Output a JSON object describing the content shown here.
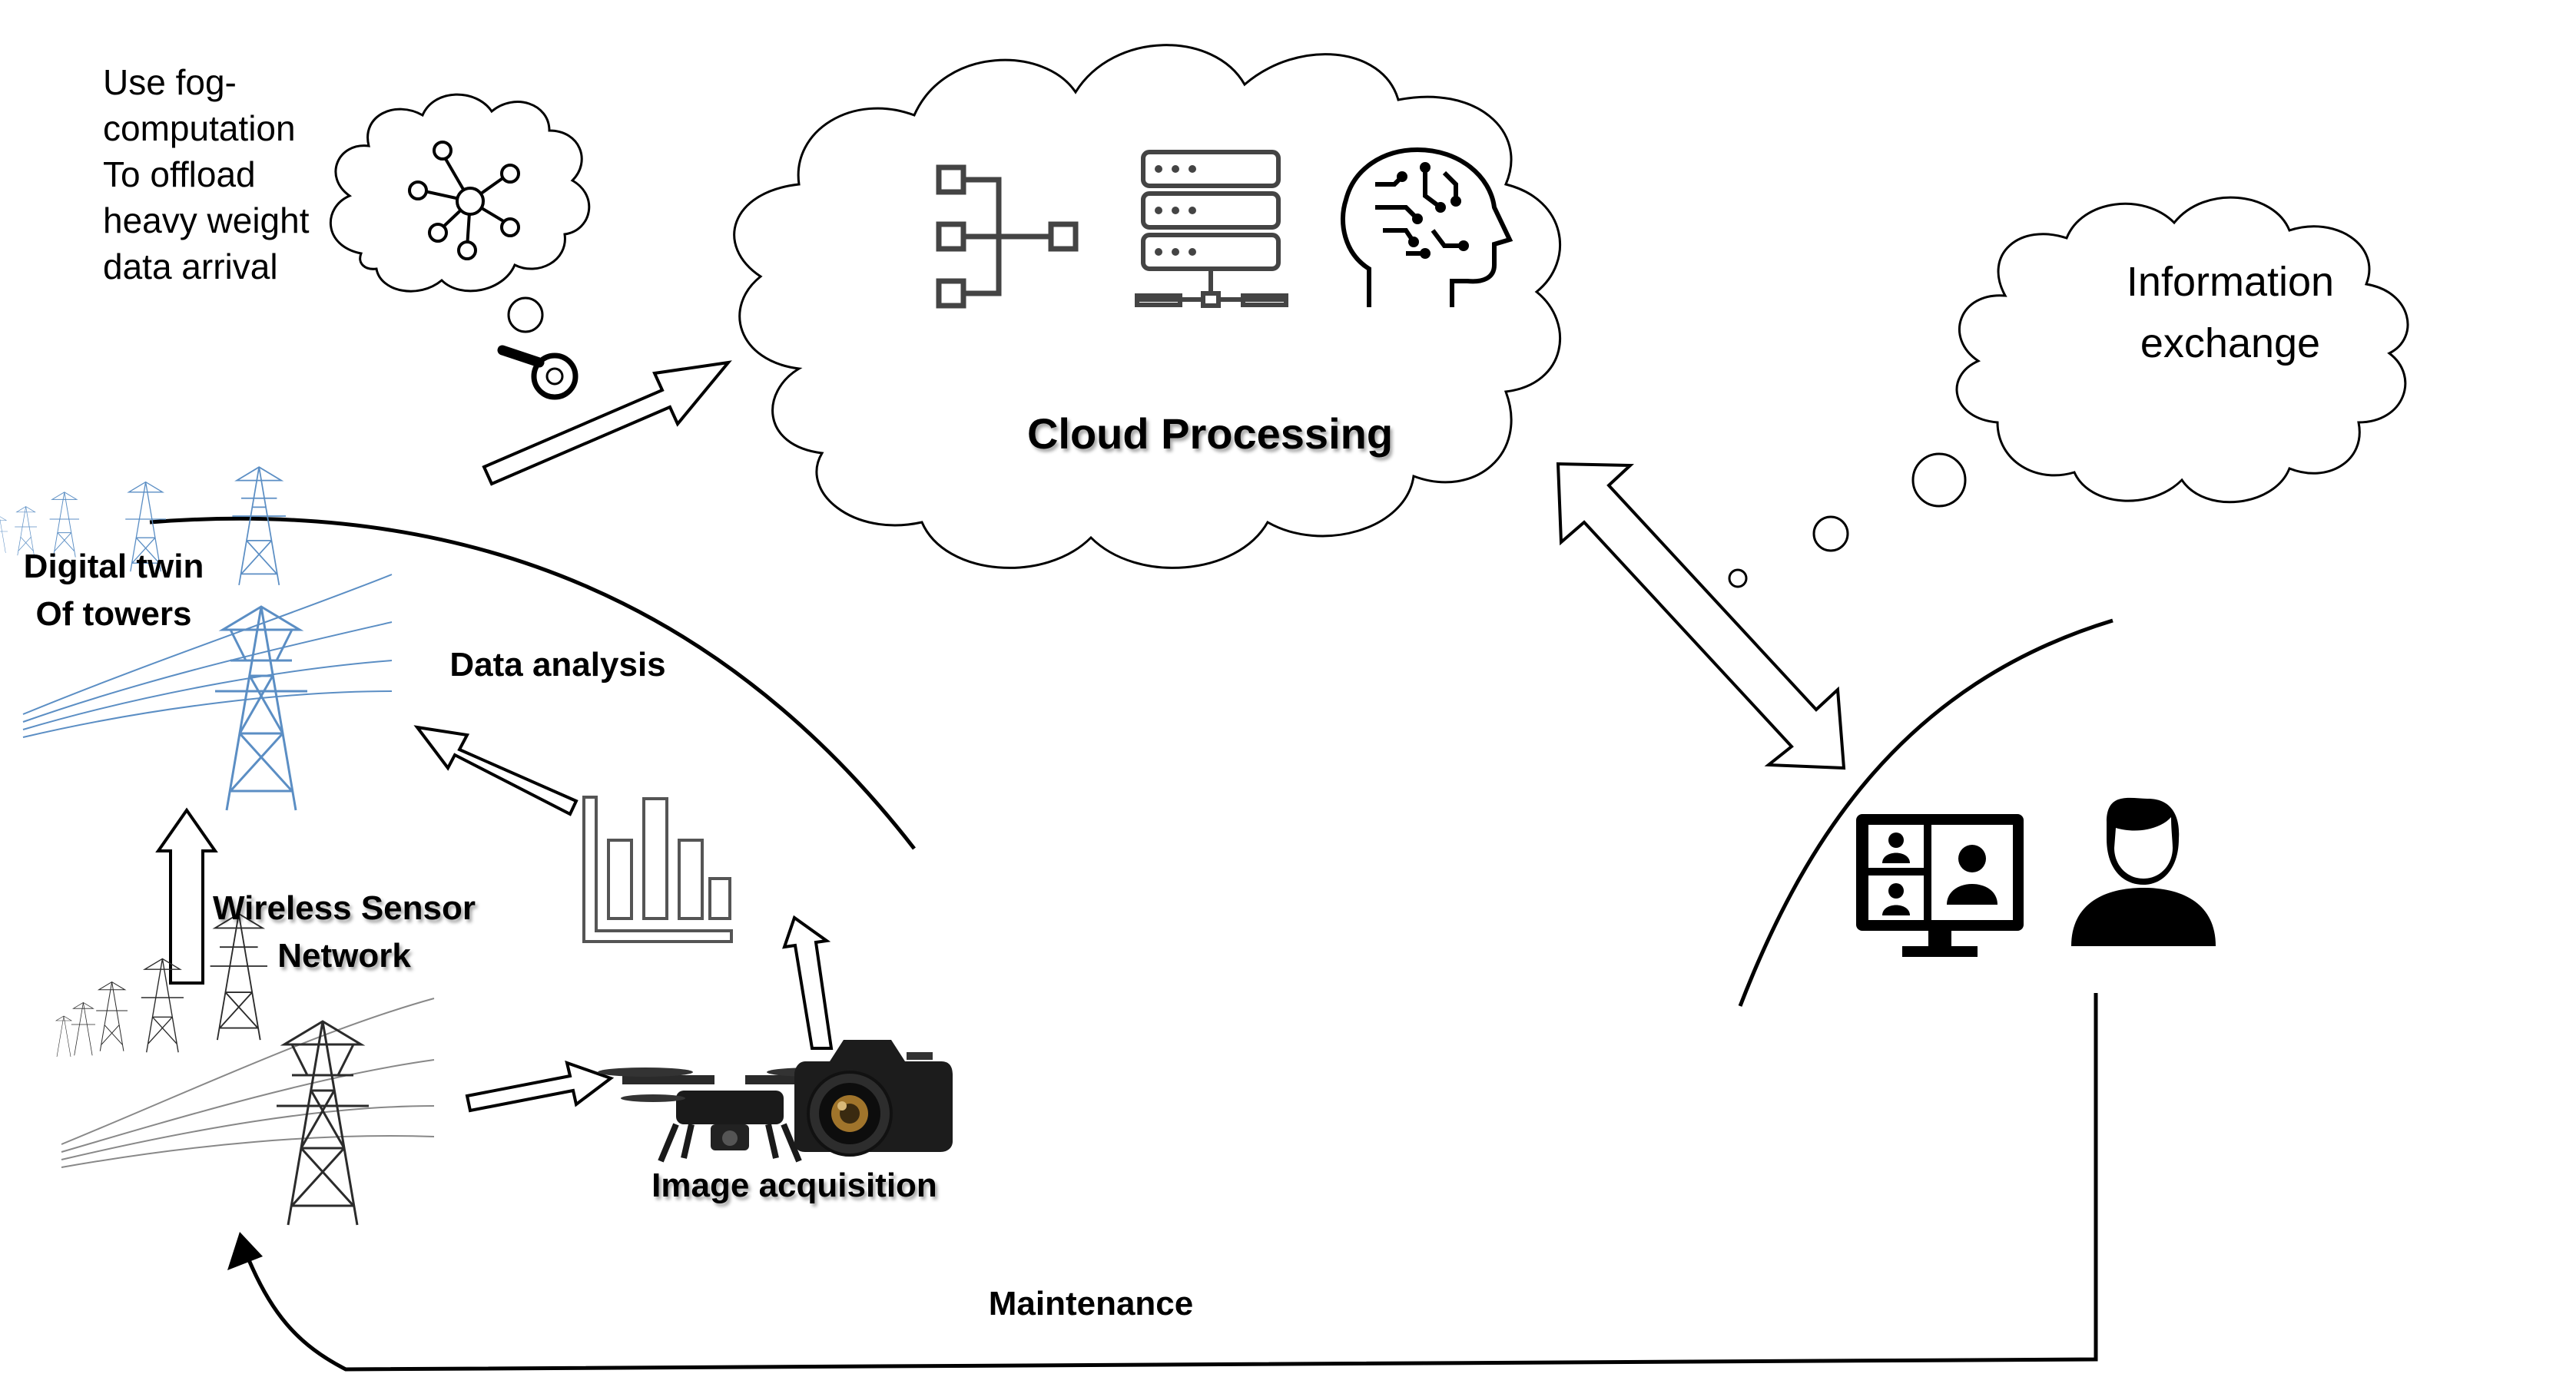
{
  "labels": {
    "fog_note": [
      "Use fog-",
      "computation",
      "To offload",
      "heavy weight",
      "data arrival"
    ],
    "cloud_processing": "Cloud Processing",
    "information_exchange": [
      "Information",
      "exchange"
    ],
    "digital_twin": [
      "Digital twin",
      "Of towers"
    ],
    "data_analysis": "Data analysis",
    "wireless_sensor_network": [
      "Wireless Sensor",
      "Network"
    ],
    "image_acquisition": "Image acquisition",
    "maintenance": "Maintenance"
  },
  "colors": {
    "line": "#000000",
    "tower_digital": "#5b8ec4",
    "tower_physical": "#2b2b2b",
    "cloud_fill": "#ffffff"
  },
  "icons": [
    "hierarchy-icon",
    "server-rack-icon",
    "ai-brain-icon",
    "network-hub-icon",
    "magnifier-icon",
    "bar-chart-icon",
    "drone-icon",
    "camera-icon",
    "video-conference-icon",
    "user-icon"
  ]
}
